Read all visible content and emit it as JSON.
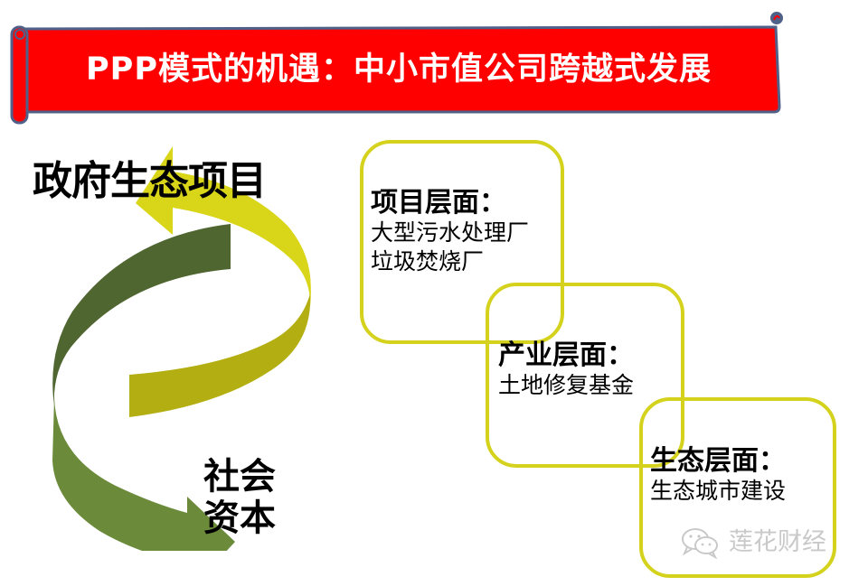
{
  "banner": {
    "title": "PPP模式的机遇：中小市值公司跨越式发展",
    "fill_color": "#ff0000",
    "border_color": "#4f6089"
  },
  "cycle": {
    "top_label": "政府生态项目",
    "bottom_label": "社会资本",
    "yellow_arrow_color": "#d9d61a",
    "yellow_dark_color": "#b3af12",
    "green_dark_color": "#4f6630",
    "green_light_color": "#6b8b3b"
  },
  "levels": [
    {
      "heading": "项目层面：",
      "lines": [
        "大型污水处理厂",
        "垃圾焚烧厂"
      ]
    },
    {
      "heading": "产业层面：",
      "lines": [
        "土地修复基金"
      ]
    },
    {
      "heading": "生态层面：",
      "lines": [
        "生态城市建设"
      ]
    }
  ],
  "card_border_color": "#d4d21c",
  "watermark": {
    "icon": "wechat-icon",
    "text": "莲花财经"
  }
}
